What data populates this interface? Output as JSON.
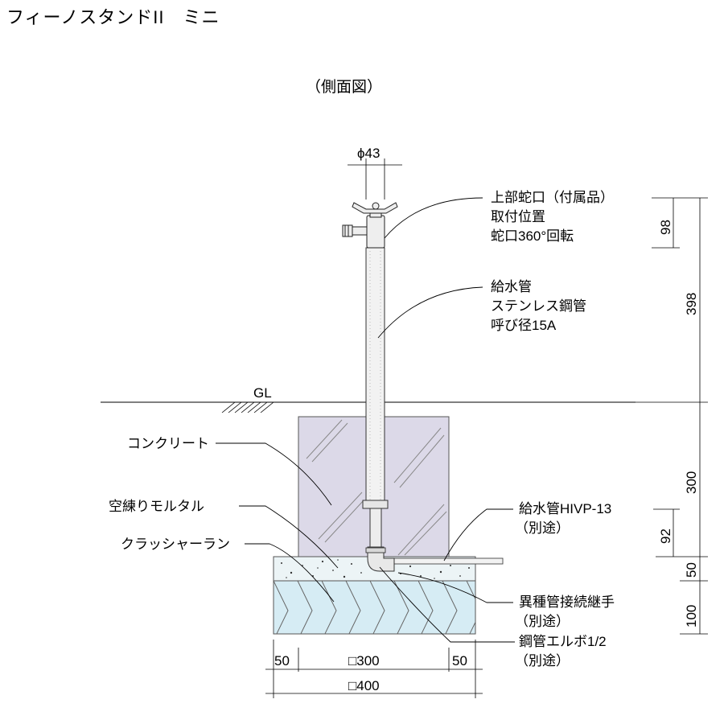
{
  "title": "フィーノスタンドII　ミニ",
  "view_label": "（側面図）",
  "dims": {
    "phi": "ϕ43",
    "d98": "98",
    "d398": "398",
    "d300": "300",
    "d92": "92",
    "d50v": "50",
    "d100": "100",
    "b50l": "50",
    "b300": "□300",
    "b50r": "50",
    "b400": "□400"
  },
  "labels": {
    "gl": "GL",
    "faucet": [
      "上部蛇口（付属品）",
      "取付位置",
      "蛇口360°回転"
    ],
    "pipe": [
      "給水管",
      "ステンレス鋼管",
      "呼び径15A"
    ],
    "concrete": "コンクリート",
    "mortar": "空練りモルタル",
    "crusher": "クラッシャーラン",
    "hivp": [
      "給水管HIVP-13",
      "（別途）"
    ],
    "joint": [
      "異種管接続継手",
      "（別途）"
    ],
    "elbow": [
      "鋼管エルボ1/2",
      "（別途）"
    ]
  },
  "colors": {
    "concrete": "#dcd9e8",
    "gravel": "#d6ecf4",
    "mortar": "#ecf4f6",
    "pipe": "#f2f2f2"
  }
}
